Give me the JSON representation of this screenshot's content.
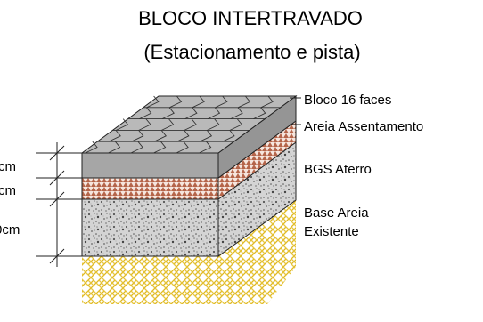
{
  "title": "BLOCO INTERTRAVADO",
  "subtitle": "(Estacionamento e pista)",
  "layers": [
    {
      "label": "Bloco 16 faces",
      "material": "paver-block",
      "color": "#9e9e9e"
    },
    {
      "label": "Areia Assentamento",
      "material": "bedding-sand",
      "color": "#c98a6e"
    },
    {
      "label": "BGS Aterro",
      "material": "graded-gravel",
      "color": "#c8c8c8"
    },
    {
      "label": "Base Areia",
      "label2": "Existente",
      "material": "existing-sand",
      "color": "#e8c84a"
    }
  ],
  "dimensions": [
    "cm",
    "cm",
    "0cm"
  ]
}
